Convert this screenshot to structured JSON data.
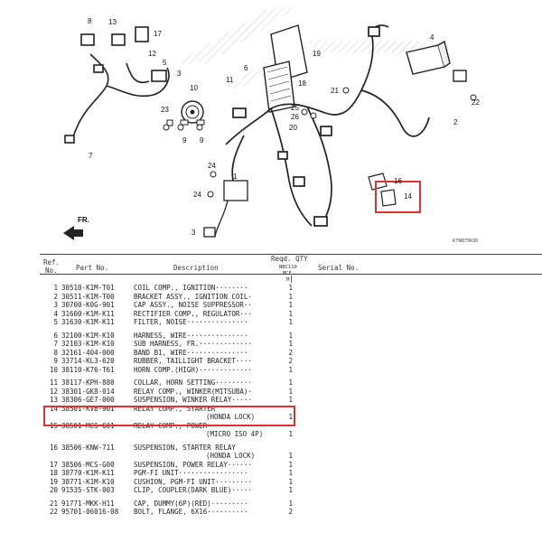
{
  "diagram": {
    "fr_label": "FR.",
    "drawing_code": "KTM0T5K00",
    "callouts": [
      "8",
      "13",
      "17",
      "12",
      "5",
      "3",
      "11",
      "10",
      "7",
      "19",
      "6",
      "18",
      "4",
      "2",
      "21",
      "22",
      "23",
      "9",
      "9",
      "25",
      "26",
      "20",
      "24",
      "1",
      "16",
      "14",
      "24",
      "3"
    ]
  },
  "table": {
    "headers": {
      "ref_line1": "Ref.",
      "ref_line2": "No.",
      "part_no": "Part No.",
      "description": "Description",
      "reqd_qty": "Reqd. QTY",
      "model_line1": "NBC110",
      "model_line2": "MCF",
      "model_line3": "M",
      "serial_no": "Serial No."
    },
    "rows": [
      {
        "ref": "1",
        "part": "30510-K1M-T01",
        "desc": "COIL COMP., IGNITION········",
        "qty": "1"
      },
      {
        "ref": "2",
        "part": "30511-K1M-T00",
        "desc": "BRACKET ASSY., IGNITION COIL·",
        "qty": "1"
      },
      {
        "ref": "3",
        "part": "30700-K0G-901",
        "desc": "CAP ASSY., NOISE SUPPRESSOR··",
        "qty": "1"
      },
      {
        "ref": "4",
        "part": "31600-K1M-K11",
        "desc": "RECTIFIER COMP., REGULATOR···",
        "qty": "1"
      },
      {
        "ref": "5",
        "part": "31630-K1M-K11",
        "desc": "FILTER, NOISE···············",
        "qty": "1"
      },
      {
        "ref": "6",
        "part": "32100-K1M-K10",
        "desc": "HARNESS, WIRE···············",
        "qty": "1"
      },
      {
        "ref": "7",
        "part": "32103-K1M-K10",
        "desc": "SUB HARNESS, FR.·············",
        "qty": "1"
      },
      {
        "ref": "8",
        "part": "32161-404-000",
        "desc": "BAND B1, WIRE···············",
        "qty": "2"
      },
      {
        "ref": "9",
        "part": "33714-KL3-620",
        "desc": "RUBBER, TAILLIGHT BRACKET····",
        "qty": "2"
      },
      {
        "ref": "10",
        "part": "38110-K76-T61",
        "desc": "HORN COMP.(HIGH)·············",
        "qty": "1"
      },
      {
        "ref": "11",
        "part": "38117-KPH-880",
        "desc": "COLLAR, HORN SETTING·········",
        "qty": "1"
      },
      {
        "ref": "12",
        "part": "38301-GK8-014",
        "desc": "RELAY COMP., WINKER(MITSUBA)·",
        "qty": "1"
      },
      {
        "ref": "13",
        "part": "38306-GE7-000",
        "desc": "SUSPENSION, WINKER RELAY·····",
        "qty": "1"
      },
      {
        "ref": "14",
        "part": "38501-KVB-901",
        "desc": "RELAY COMP., STARTER",
        "qty": "",
        "sub": "(HONDA LOCK)",
        "subqty": "1"
      },
      {
        "ref": "15",
        "part": "38501-MCS-G01",
        "desc": "RELAY COMP., POWER",
        "qty": "",
        "sub": "(MICRO ISO 4P)",
        "subqty": "1"
      },
      {
        "ref": "16",
        "part": "38506-KNW-711",
        "desc": "SUSPENSION, STARTER RELAY",
        "qty": "",
        "sub": "(HONDA LOCK)",
        "subqty": "1"
      },
      {
        "ref": "17",
        "part": "38506-MCS-G00",
        "desc": "SUSPENSION, POWER RELAY······",
        "qty": "1"
      },
      {
        "ref": "18",
        "part": "38770-K1M-K11",
        "desc": "PGM-FI UNIT·················",
        "qty": "1"
      },
      {
        "ref": "19",
        "part": "38771-K1M-K10",
        "desc": "CUSHION, PGM-FI UNIT·········",
        "qty": "1"
      },
      {
        "ref": "20",
        "part": "91535-STK-003",
        "desc": "CLIP, COUPLER(DARK BLUE)·····",
        "qty": "1"
      },
      {
        "ref": "21",
        "part": "91771-MKK-H11",
        "desc": "CAP, DUMMY(6P)(RED)·········",
        "qty": "1"
      },
      {
        "ref": "22",
        "part": "95701-06016-08",
        "desc": "BOLT, FLANGE, 6X16··········",
        "qty": "2"
      }
    ],
    "highlight_color": "#e03030"
  }
}
